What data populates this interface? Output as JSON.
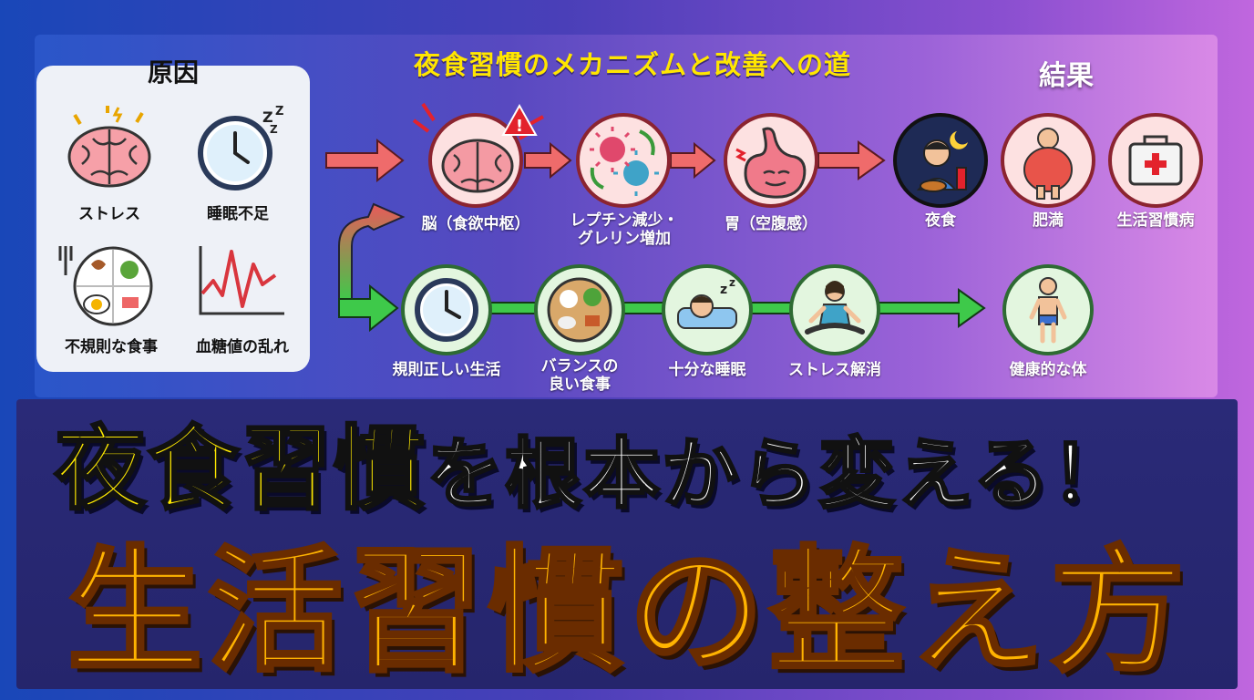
{
  "diagram": {
    "title": "夜食習慣のメカニズムと改善への道",
    "cause_title": "原因",
    "result_title": "結果",
    "causes": [
      {
        "label": "ストレス",
        "icon": "brain-stress-icon"
      },
      {
        "label": "睡眠不足",
        "icon": "clock-sleep-icon"
      },
      {
        "label": "不規則な食事",
        "icon": "meal-plate-icon"
      },
      {
        "label": "血糖値の乱れ",
        "icon": "glucose-chart-icon"
      }
    ],
    "mechanism": [
      {
        "label": "脳（食欲中枢）",
        "icon": "brain-alert-icon"
      },
      {
        "label": "レプチン減少・\nグレリン増加",
        "icon": "hormone-cycle-icon"
      },
      {
        "label": "胃（空腹感）",
        "icon": "stomach-icon"
      }
    ],
    "results": [
      {
        "label": "夜食",
        "icon": "night-eating-icon"
      },
      {
        "label": "肥満",
        "icon": "obesity-icon"
      },
      {
        "label": "生活習慣病",
        "icon": "medical-kit-icon"
      }
    ],
    "solutions": [
      {
        "label": "規則正しい生活",
        "icon": "clock-icon"
      },
      {
        "label": "バランスの\n良い食事",
        "icon": "balanced-meal-icon"
      },
      {
        "label": "十分な睡眠",
        "icon": "sleeping-icon"
      },
      {
        "label": "ストレス解消",
        "icon": "meditation-icon"
      }
    ],
    "outcome": {
      "label": "健康的な体",
      "icon": "healthy-body-icon"
    },
    "colors": {
      "problem": "#e85a5a",
      "solution": "#3ec94a",
      "title": "#ffe600"
    }
  },
  "headline": {
    "line1_highlight": "夜食習慣",
    "line1_rest": "を根本から変える！",
    "line2": "生活習慣の整え方",
    "colors": {
      "highlight": "#ffea00",
      "main": "#ffffff",
      "line2": "#ffb300"
    }
  }
}
